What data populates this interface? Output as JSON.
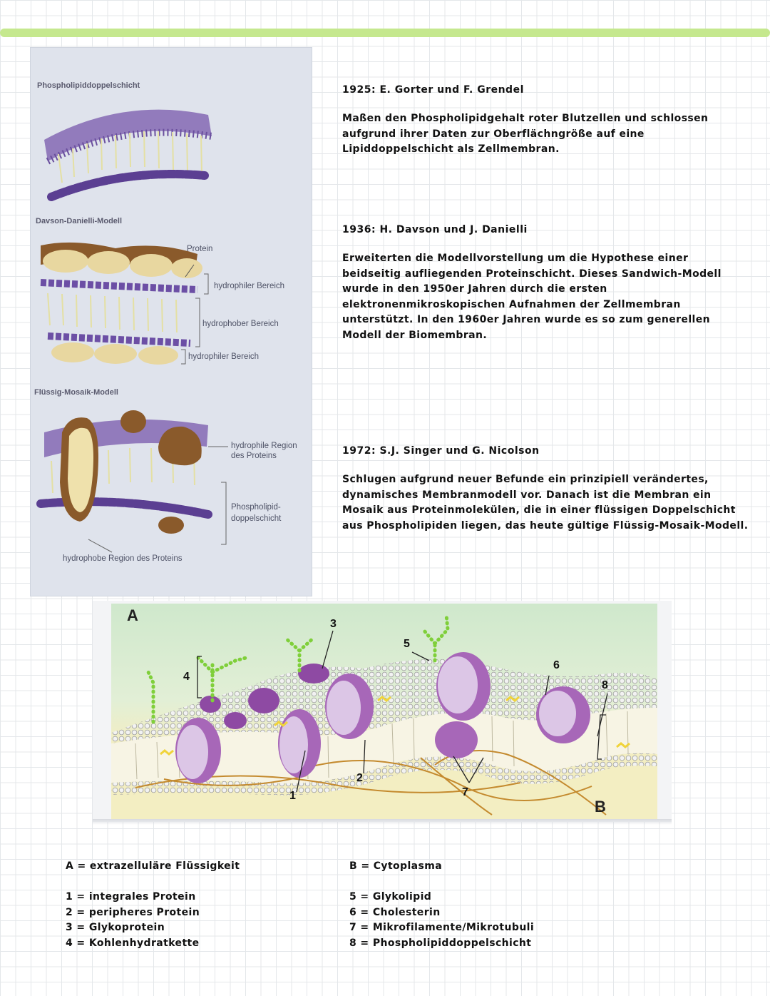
{
  "page": {
    "accent_color": "#c5e88e"
  },
  "left_figure": {
    "heading_1": "Phospholipiddoppelschicht",
    "heading_2": "Davson-Danielli-Modell",
    "heading_3": "Flüssig-Mosaik-Modell",
    "label_protein": "Protein",
    "label_hydrophil_1": "hydrophiler Bereich",
    "label_hydrophob": "hydrophober Bereich",
    "label_hydrophil_2": "hydrophiler Bereich",
    "label_hydrophile_region_line1": "hydrophile Region",
    "label_hydrophile_region_line2": "des Proteins",
    "label_phospholipid_line1": "Phospholipid-",
    "label_phospholipid_line2": "doppelschicht",
    "label_hydrophobe_region": "hydrophobe Region des Proteins"
  },
  "history": [
    {
      "title": "1925: E. Gorter und F. Grendel",
      "text": "Maßen den Phospholipidgehalt roter Blutzellen und schlossen aufgrund ihrer Daten zur Oberflächngröße auf eine Lipiddoppelschicht als Zellmembran."
    },
    {
      "title": "1936: H. Davson und J. Danielli",
      "text": "Erweiterten die Modellvorstellung um die Hypothese einer beidseitig aufliegenden Proteinschicht. Dieses Sandwich-Modell wurde in den 1950er Jahren durch die ersten elektronenmikroskopischen Aufnahmen der Zellmembran unterstützt. In den 1960er Jahren wurde es so zum generellen Modell der Biomembran."
    },
    {
      "title": "1972: S.J. Singer und G. Nicolson",
      "text": "Schlugen aufgrund neuer Befunde ein prinzipiell verändertes, dynamisches Membranmodell vor. Danach ist die Membran ein Mosaik aus Proteinmolekülen, die in einer flüssigen Doppelschicht aus Phospholipiden liegen, das heute gültige Flüssig-Mosaik-Modell."
    }
  ],
  "bottom_figure": {
    "label_A": "A",
    "label_B": "B",
    "num_1": "1",
    "num_2": "2",
    "num_3": "3",
    "num_4": "4",
    "num_5": "5",
    "num_6": "6",
    "num_7": "7",
    "num_8": "8",
    "colors": {
      "extracellular": "#cfe8cc",
      "cytoplasm": "#f3eec2",
      "protein": "#a767b8",
      "protein_light": "#dcc6e6",
      "sugar": "#7fcf3a",
      "cholesterol": "#f0d33a",
      "filament": "#c48a2e"
    }
  },
  "legend": {
    "left": {
      "a": "A = extrazelluläre Flüssigkeit",
      "i1": "1 = integrales Protein",
      "i2": "2 = peripheres Protein",
      "i3": "3 = Glykoprotein",
      "i4": "4 = Kohlenhydratkette"
    },
    "right": {
      "b": "B = Cytoplasma",
      "i5": "5 = Glykolipid",
      "i6": "6 = Cholesterin",
      "i7": "7 = Mikrofilamente/Mikrotubuli",
      "i8": "8 = Phospholipiddoppelschicht"
    }
  }
}
